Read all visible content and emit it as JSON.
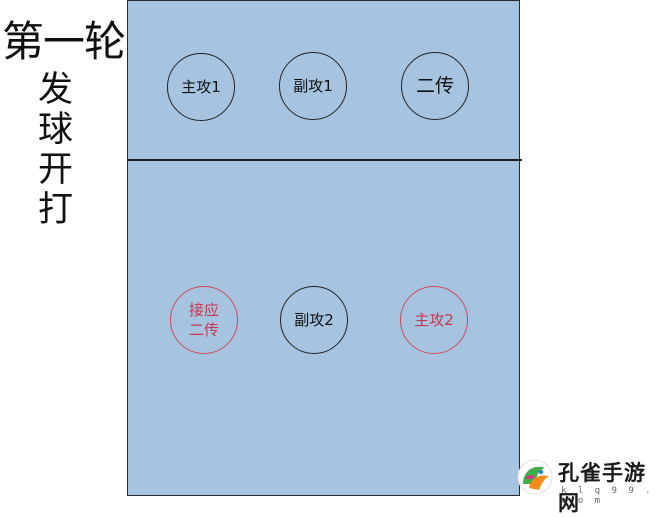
{
  "title": "第一轮",
  "subtitle_chars": [
    "发",
    "球",
    "开",
    "打"
  ],
  "players": {
    "front_left": "主攻1",
    "front_middle": "副攻1",
    "front_right": "二传",
    "back_left": "接应\n二传",
    "back_middle": "副攻2",
    "back_right": "主攻2"
  },
  "watermark": {
    "name": "孔雀手游网",
    "url": "k l q 9 9 . c o m"
  },
  "colors": {
    "court": "#a6c4e0",
    "highlight_circle": "#d04a5c",
    "normal_circle": "#222222"
  }
}
